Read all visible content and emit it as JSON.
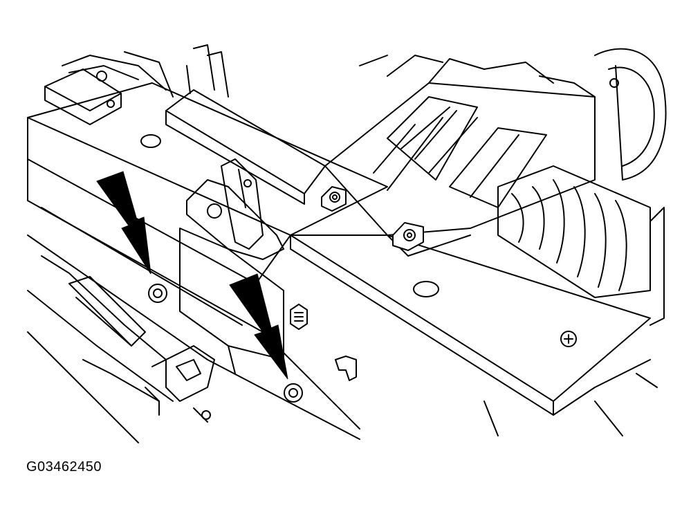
{
  "figure": {
    "id_label": "G03462450"
  },
  "colors": {
    "ink": "#000000",
    "paper": "#ffffff",
    "arrow_fill": "#000000"
  },
  "callouts": {
    "arrows": [
      {
        "name": "arrow-left-fastener"
      },
      {
        "name": "arrow-right-fastener"
      }
    ]
  }
}
